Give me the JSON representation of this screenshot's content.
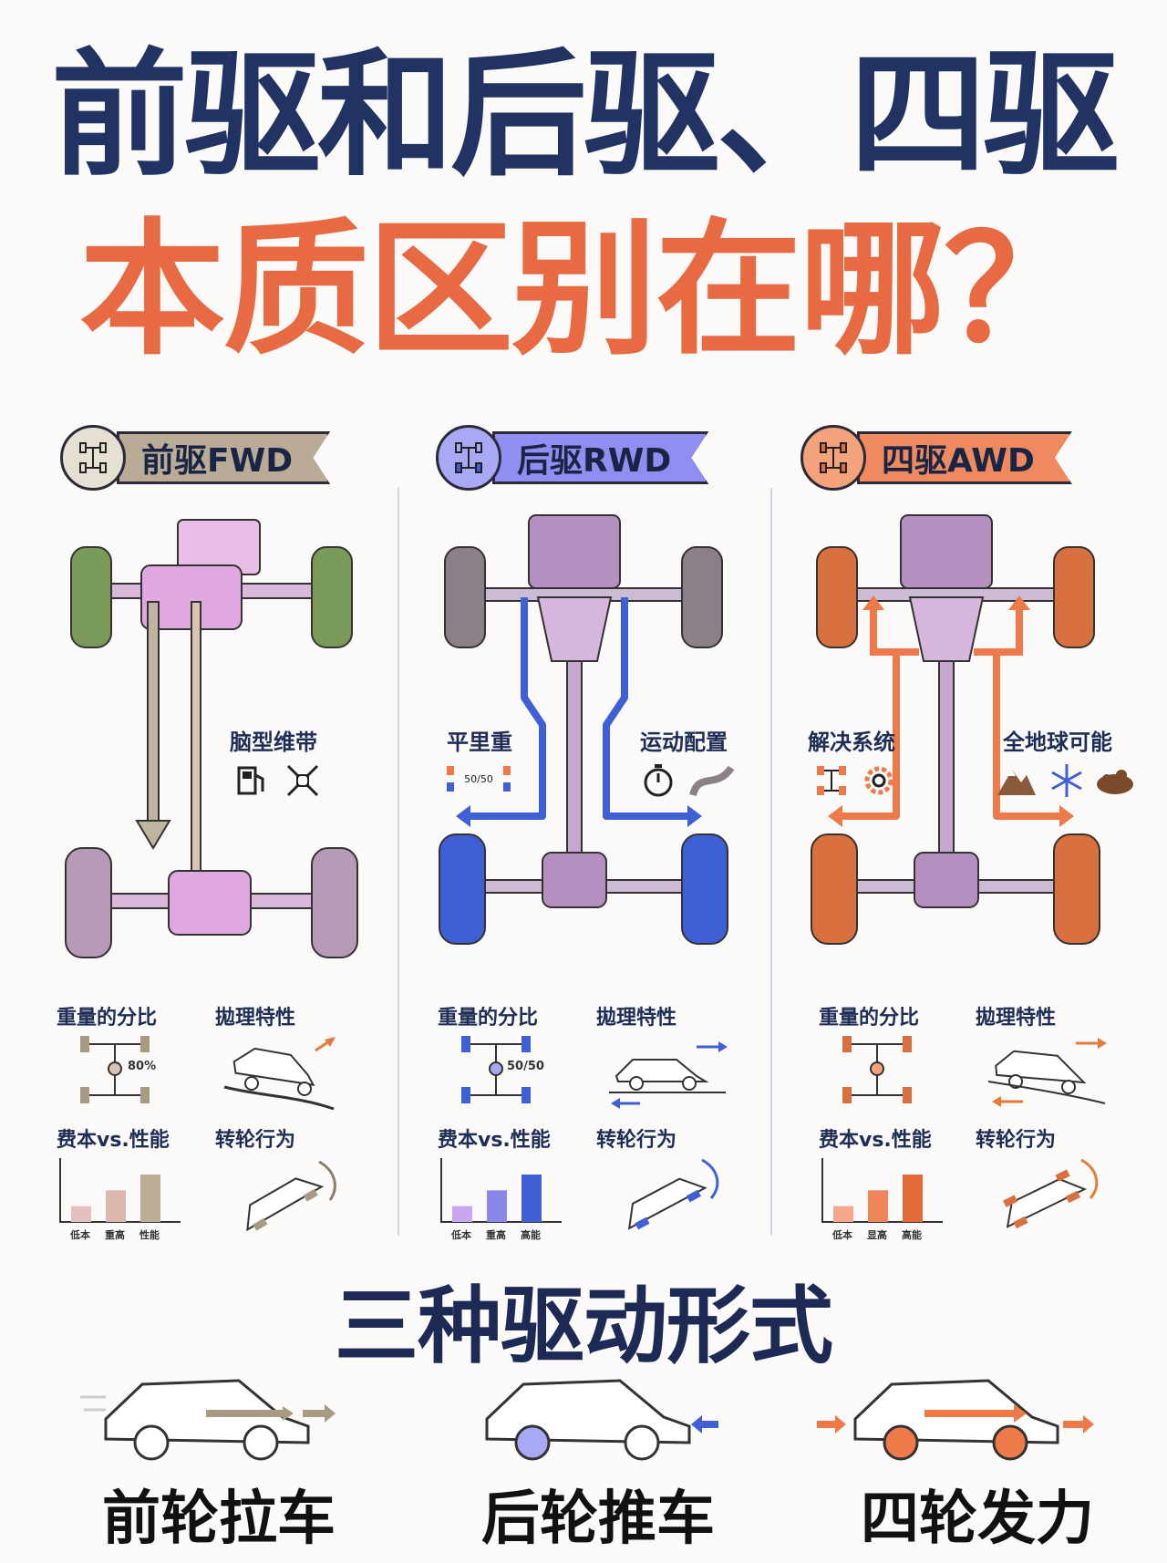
{
  "headline": {
    "line1": "前驱和后驱、四驱",
    "line2": "本质区别在哪？",
    "line1_color": "#203362",
    "line2_color": "#e76a42"
  },
  "columns": [
    {
      "badge": "前驱FWD",
      "accent": "#a99a84",
      "wheel_color": "#7a9a5a",
      "feature_labels": [
        "脑型维带"
      ],
      "feature_icons": [
        "fuel-pump-icon",
        "shrink-arrows-icon"
      ],
      "weight_title": "重量的分比",
      "weight_value": "80%",
      "handling_title": "拋理特性",
      "cost_title": "费本vs.性能",
      "cost_ticks": [
        "低本",
        "重高",
        "性能"
      ],
      "cost_values": [
        1,
        2,
        3
      ],
      "cornering_title": "转轮行为"
    },
    {
      "badge": "后驱RWD",
      "accent": "#8e8ff0",
      "wheel_color": "#3f5fd6",
      "feature_labels": [
        "平里重",
        "运动配置"
      ],
      "feature_icons": [
        "weight-balance-icon",
        "stopwatch-icon",
        "road-curve-icon"
      ],
      "weight_badge": "50/50",
      "weight_title": "重量的分比",
      "weight_value": "50/50",
      "handling_title": "拋理特性",
      "cost_title": "费本vs.性能",
      "cost_ticks": [
        "低本",
        "重高",
        "高能"
      ],
      "cost_values": [
        1,
        2,
        3
      ],
      "cornering_title": "转轮行为"
    },
    {
      "badge": "四驱AWD",
      "accent": "#ee8a5e",
      "wheel_color": "#d9703f",
      "feature_labels": [
        "解决系统",
        "全地球可能"
      ],
      "feature_icons": [
        "drivetrain-icon",
        "gear-icon",
        "mountain-icon",
        "snowflake-icon",
        "mud-icon"
      ],
      "weight_title": "重量的分比",
      "handling_title": "拋理特性",
      "cost_title": "费本vs.性能",
      "cost_ticks": [
        "低本",
        "显高",
        "高能"
      ],
      "cost_values": [
        1,
        2,
        3
      ],
      "cornering_title": "转轮行为"
    }
  ],
  "section_title": "三种驱动形式",
  "bottom_labels": [
    "前轮拉车",
    "后轮推车",
    "四轮发力"
  ]
}
